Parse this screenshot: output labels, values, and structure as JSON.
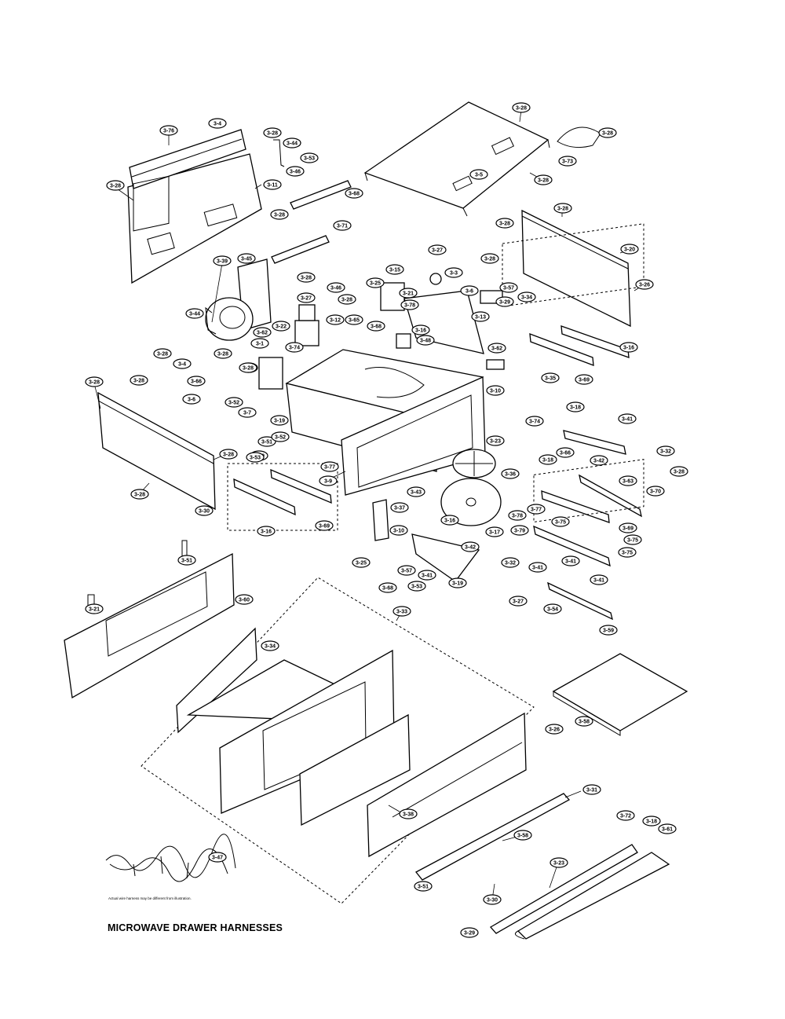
{
  "page": {
    "title": "MICROWAVE DRAWER HARNESSES",
    "harness_note": "Actual wire harness may be different from illustration."
  },
  "parts": {
    "left_back_panel": [
      "3-76",
      "3-4",
      "3-28",
      "3-11"
    ],
    "top_brackets": [
      "3-28",
      "3-44",
      "3-46",
      "3-53",
      "3-68",
      "3-28",
      "3-71"
    ],
    "cabinet_top": [
      "3-28",
      "3-5",
      "3-28",
      "3-28",
      "3-73"
    ],
    "right_panel": [
      "3-28",
      "3-28",
      "3-20",
      "3-26"
    ],
    "fan_area": [
      "3-39",
      "3-45",
      "3-44",
      "3-74",
      "3-22",
      "3-62",
      "3-1",
      "3-28"
    ],
    "transformer_area": [
      "3-28",
      "3-46",
      "3-27",
      "3-12",
      "3-28",
      "3-65",
      "3-68"
    ],
    "control_area": [
      "3-25",
      "3-15",
      "3-21",
      "3-78",
      "3-16",
      "3-48",
      "3-13",
      "3-27",
      "3-3",
      "3-28",
      "3-6",
      "3-57",
      "3-34",
      "3-29"
    ],
    "cavity_left": [
      "3-28",
      "3-4",
      "3-66",
      "3-6",
      "3-28",
      "3-52",
      "3-7",
      "3-28",
      "3-19",
      "3-51",
      "3-10",
      "3-53",
      "3-52"
    ],
    "left_side_panel": [
      "3-28",
      "3-28",
      "3-28",
      "3-28",
      "3-30"
    ],
    "cavity_bottom": [
      "3-77",
      "3-9",
      "3-43",
      "3-37",
      "3-10",
      "3-16",
      "3-69"
    ],
    "cavity_right": [
      "3-62",
      "3-10",
      "3-35",
      "3-74",
      "3-23",
      "3-36",
      "3-16",
      "3-17"
    ],
    "right_rails": [
      "3-16",
      "3-69",
      "3-18",
      "3-41",
      "3-18",
      "3-66",
      "3-42",
      "3-32",
      "3-28",
      "3-63",
      "3-70",
      "3-69"
    ],
    "lower_right": [
      "3-78",
      "3-77",
      "3-75",
      "3-79",
      "3-75",
      "3-75",
      "3-41",
      "3-41",
      "3-41",
      "3-27",
      "3-54",
      "3-59"
    ],
    "lower_center": [
      "3-42",
      "3-32",
      "3-41",
      "3-57",
      "3-19",
      "3-25",
      "3-68",
      "3-53"
    ],
    "door_assembly": [
      "3-21",
      "3-51",
      "3-60",
      "3-33",
      "3-34",
      "3-26",
      "3-58",
      "3-38",
      "3-31",
      "3-58",
      "3-30",
      "3-51",
      "3-72",
      "3-18",
      "3-61",
      "3-23",
      "3-29",
      "3-47"
    ]
  },
  "labels": [
    "3-76",
    "3-4",
    "3-28",
    "3-11",
    "3-28",
    "3-44",
    "3-46",
    "3-53",
    "3-68",
    "3-28",
    "3-71",
    "3-28",
    "3-5",
    "3-28",
    "3-28",
    "3-73",
    "3-28",
    "3-28",
    "3-20",
    "3-26",
    "3-39",
    "3-45",
    "3-44",
    "3-74",
    "3-22",
    "3-62",
    "3-1",
    "3-28",
    "3-28",
    "3-46",
    "3-27",
    "3-12",
    "3-28",
    "3-65",
    "3-68",
    "3-25",
    "3-15",
    "3-21",
    "3-78",
    "3-16",
    "3-48",
    "3-13",
    "3-27",
    "3-3",
    "3-28",
    "3-6",
    "3-57",
    "3-34",
    "3-29",
    "3-28",
    "3-4",
    "3-66",
    "3-6",
    "3-28",
    "3-52",
    "3-7",
    "3-28",
    "3-19",
    "3-51",
    "3-10",
    "3-53",
    "3-52",
    "3-28",
    "3-28",
    "3-28",
    "3-28",
    "3-30",
    "3-77",
    "3-9",
    "3-43",
    "3-37",
    "3-10",
    "3-16",
    "3-69",
    "3-62",
    "3-10",
    "3-35",
    "3-74",
    "3-23",
    "3-36",
    "3-16",
    "3-17",
    "3-16",
    "3-69",
    "3-18",
    "3-41",
    "3-18",
    "3-66",
    "3-42",
    "3-32",
    "3-28",
    "3-63",
    "3-70",
    "3-69",
    "3-78",
    "3-77",
    "3-75",
    "3-79",
    "3-75",
    "3-75",
    "3-41",
    "3-41",
    "3-41",
    "3-27",
    "3-54",
    "3-59",
    "3-42",
    "3-32",
    "3-41",
    "3-57",
    "3-19",
    "3-25",
    "3-68",
    "3-53",
    "3-21",
    "3-51",
    "3-60",
    "3-33",
    "3-34",
    "3-26",
    "3-58",
    "3-38",
    "3-31",
    "3-58",
    "3-30",
    "3-51",
    "3-72",
    "3-18",
    "3-61",
    "3-23",
    "3-29",
    "3-47"
  ]
}
